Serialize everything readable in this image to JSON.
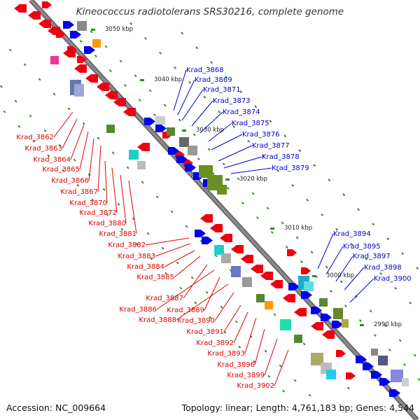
{
  "title": "Kineococcus radiotolerans SRS30216, complete genome",
  "accession": "Accession: NC_009664",
  "topology": "Topology: linear; Length: 4,761,183 bp; Genes: 4,544",
  "colors": {
    "axis": "#8a8a8a",
    "forward_label": "#0000cc",
    "reverse_label": "#dd0000",
    "tick": "#2e8b22"
  },
  "kbp_markers": [
    "3050 kbp",
    "3040 kbp",
    "3030 kbp",
    "3020 kbp",
    "3010 kbp",
    "3000 kbp",
    "2990 kbp"
  ],
  "forward_labels": [
    "Krad_3868",
    "Krad_3869",
    "Krad_3871",
    "Krad_3873",
    "Krad_3874",
    "Krad_3875",
    "Krad_3876",
    "Krad_3877",
    "Krad_3878",
    "Krad_3879",
    "Krad_3894",
    "Krad_3895",
    "Krad_3897",
    "Krad_3898",
    "Krad_3900"
  ],
  "reverse_labels": [
    "Krad_3862",
    "Krad_3863",
    "Krad_3864",
    "Krad_3865",
    "Krad_3866",
    "Krad_3867",
    "Krad_3870",
    "Krad_3872",
    "Krad_3880",
    "Krad_3881",
    "Krad_3882",
    "Krad_3883",
    "Krad_3884",
    "Krad_3885",
    "Krad_3887",
    "Krad_3886",
    "Krad_3889",
    "Krad_3888",
    "Krad_3890",
    "Krad_3891",
    "Krad_3892",
    "Krad_3893",
    "Krad_3896",
    "Krad_3899",
    "Krad_3902"
  ]
}
